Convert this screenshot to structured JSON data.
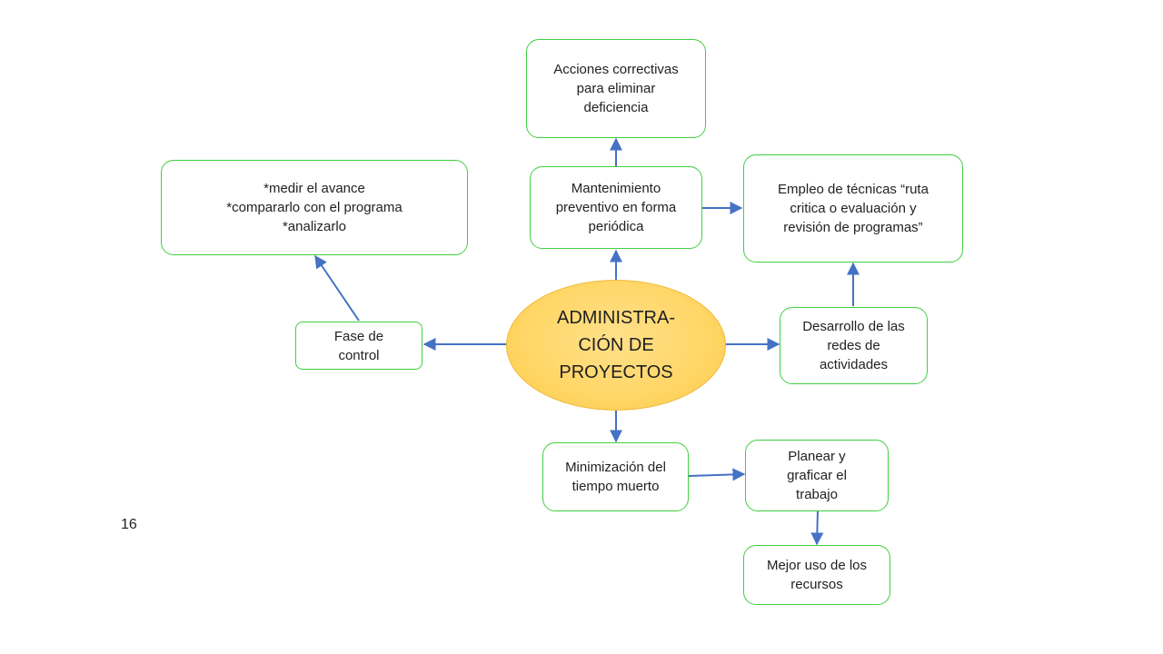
{
  "center": {
    "lines": [
      "ADMINISTRA-",
      "CIÓN DE",
      "PROYECTOS"
    ]
  },
  "nodes": {
    "acciones": {
      "lines": [
        "Acciones correctivas",
        "para eliminar",
        "deficiencia"
      ]
    },
    "mantenimiento": {
      "lines": [
        "Mantenimiento",
        "preventivo en forma",
        "periódica"
      ]
    },
    "empleo": {
      "lines": [
        "Empleo de técnicas “ruta",
        "critica o evaluación y",
        "revisión de programas”"
      ]
    },
    "medir": {
      "lines": [
        "*medir el avance",
        "*compararlo con el programa",
        "*analizarlo"
      ]
    },
    "fase": {
      "lines": [
        "Fase de",
        "control"
      ]
    },
    "desarrollo": {
      "lines": [
        "Desarrollo de las",
        "redes de",
        "actividades"
      ]
    },
    "minimizacion": {
      "lines": [
        "Minimización del",
        "tiempo muerto"
      ]
    },
    "planear": {
      "lines": [
        "Planear y",
        "graficar el",
        "trabajo"
      ]
    },
    "mejor": {
      "lines": [
        "Mejor uso de los",
        "recursos"
      ]
    }
  },
  "page_number": "16",
  "colors": {
    "border": "#3fcf3f",
    "arrow": "#4472c4",
    "center_fill": "#ffd666"
  }
}
